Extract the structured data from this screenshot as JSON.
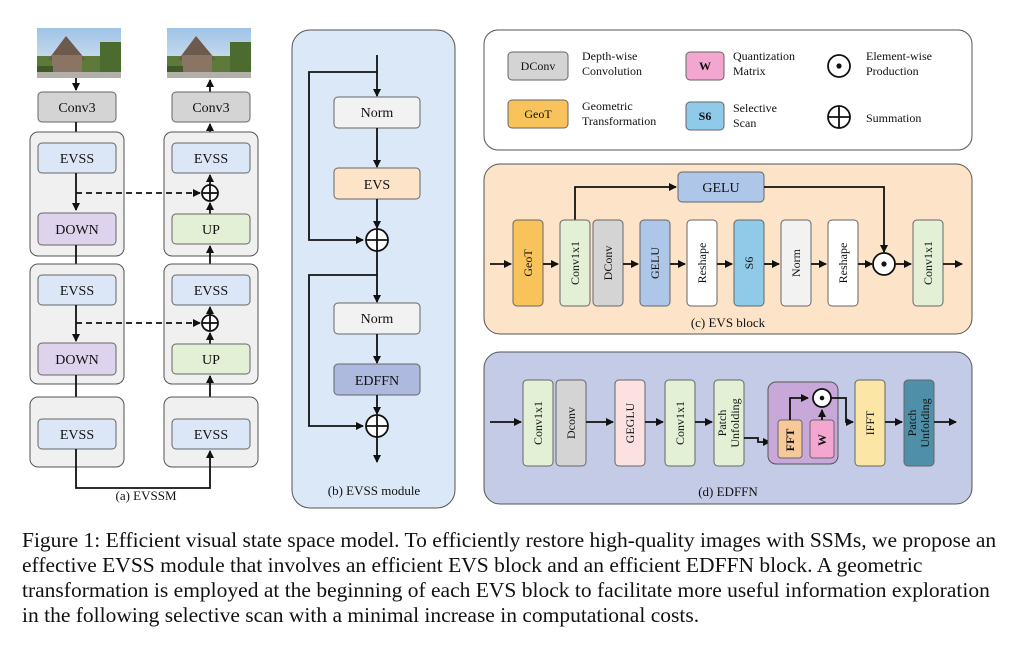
{
  "evssm": {
    "caption": "(a) EVSSM",
    "conv3": "Conv3",
    "evss": "EVSS",
    "down": "DOWN",
    "up": "UP"
  },
  "evss_module": {
    "caption": "(b) EVSS module",
    "norm": "Norm",
    "evs": "EVS",
    "edffn": "EDFFN"
  },
  "legend": {
    "dconv_box": "DConv",
    "dconv_desc_1": "Depth-wise",
    "dconv_desc_2": "Convolution",
    "geot_box": "GeoT",
    "geot_desc_1": "Geometric",
    "geot_desc_2": "Transformation",
    "w_box": "W",
    "w_desc_1": "Quantization",
    "w_desc_2": "Matrix",
    "s6_box": "S6",
    "s6_desc_1": "Selective",
    "s6_desc_2": "Scan",
    "elementwise_desc_1": "Element-wise",
    "elementwise_desc_2": "Production",
    "summation_desc": "Summation"
  },
  "evs_block": {
    "caption": "(c) EVS block",
    "gelu_top": "GELU",
    "geot": "GeoT",
    "conv1x1": "Conv1x1",
    "dconv": "DConv",
    "gelu": "GELU",
    "reshape": "Reshape",
    "s6": "S6",
    "norm": "Norm",
    "reshape2": "Reshape",
    "conv1x1_out": "Conv1x1"
  },
  "edffn": {
    "caption": "(d) EDFFN",
    "conv1x1": "Conv1x1",
    "dconv": "Dconv",
    "geglu": "GEGLU",
    "conv1x1_b": "Conv1x1",
    "patch_unfold_1a": "Patch",
    "patch_unfold_1b": "Unfolding",
    "fft": "FFT",
    "w": "W",
    "ifft": "IFFT",
    "patch_unfold_2a": "Patch",
    "patch_unfold_2b": "Unfolding"
  },
  "figure_caption": "Figure 1: Efficient visual state space model. To efficiently restore high-quality images with SSMs, we propose an effective EVSS module that involves an efficient EVS block and an efficient EDFFN block. A geometric transformation is employed at the beginning of each EVS block to facilitate more useful information exploration in the following selective scan with a minimal increase in computational costs."
}
